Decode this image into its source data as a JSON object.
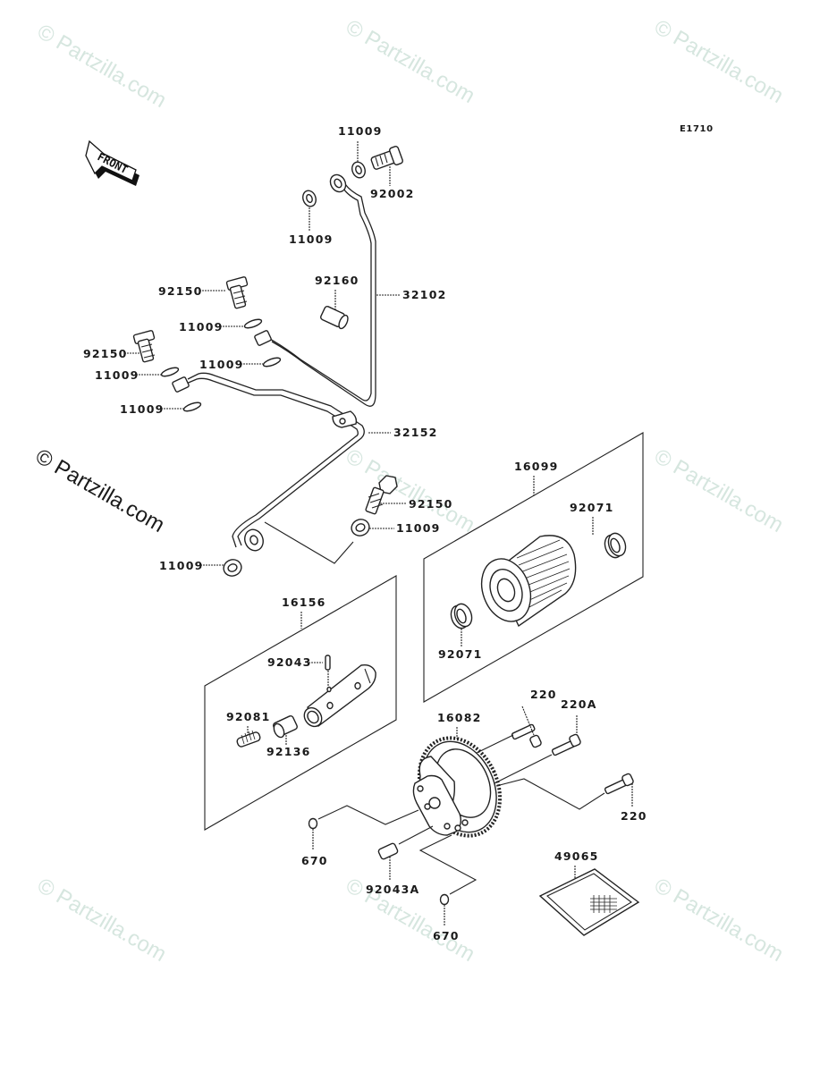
{
  "diagram": {
    "code": "E1710",
    "front_label": "FRONT",
    "watermark_text": "© Partzilla.com",
    "parts": {
      "p11009_top": "11009",
      "p92002": "92002",
      "p11009_left_top": "11009",
      "p92160": "92160",
      "p32102": "32102",
      "p92150_a": "92150",
      "p11009_b": "11009",
      "p92150_b": "92150",
      "p11009_c": "11009",
      "p11009_d": "11009",
      "p11009_e": "11009",
      "p32152": "32152",
      "p92150_c": "92150",
      "p11009_f": "11009",
      "p11009_g": "11009",
      "p16099": "16099",
      "p92071_top": "92071",
      "p92071_bottom": "92071",
      "p16156": "16156",
      "p92043": "92043",
      "p92081": "92081",
      "p92136": "92136",
      "p16082": "16082",
      "p220_top": "220",
      "p220A": "220A",
      "p220_right": "220",
      "p670_left": "670",
      "p92043A": "92043A",
      "p670_bottom": "670",
      "p49065": "49065"
    }
  }
}
